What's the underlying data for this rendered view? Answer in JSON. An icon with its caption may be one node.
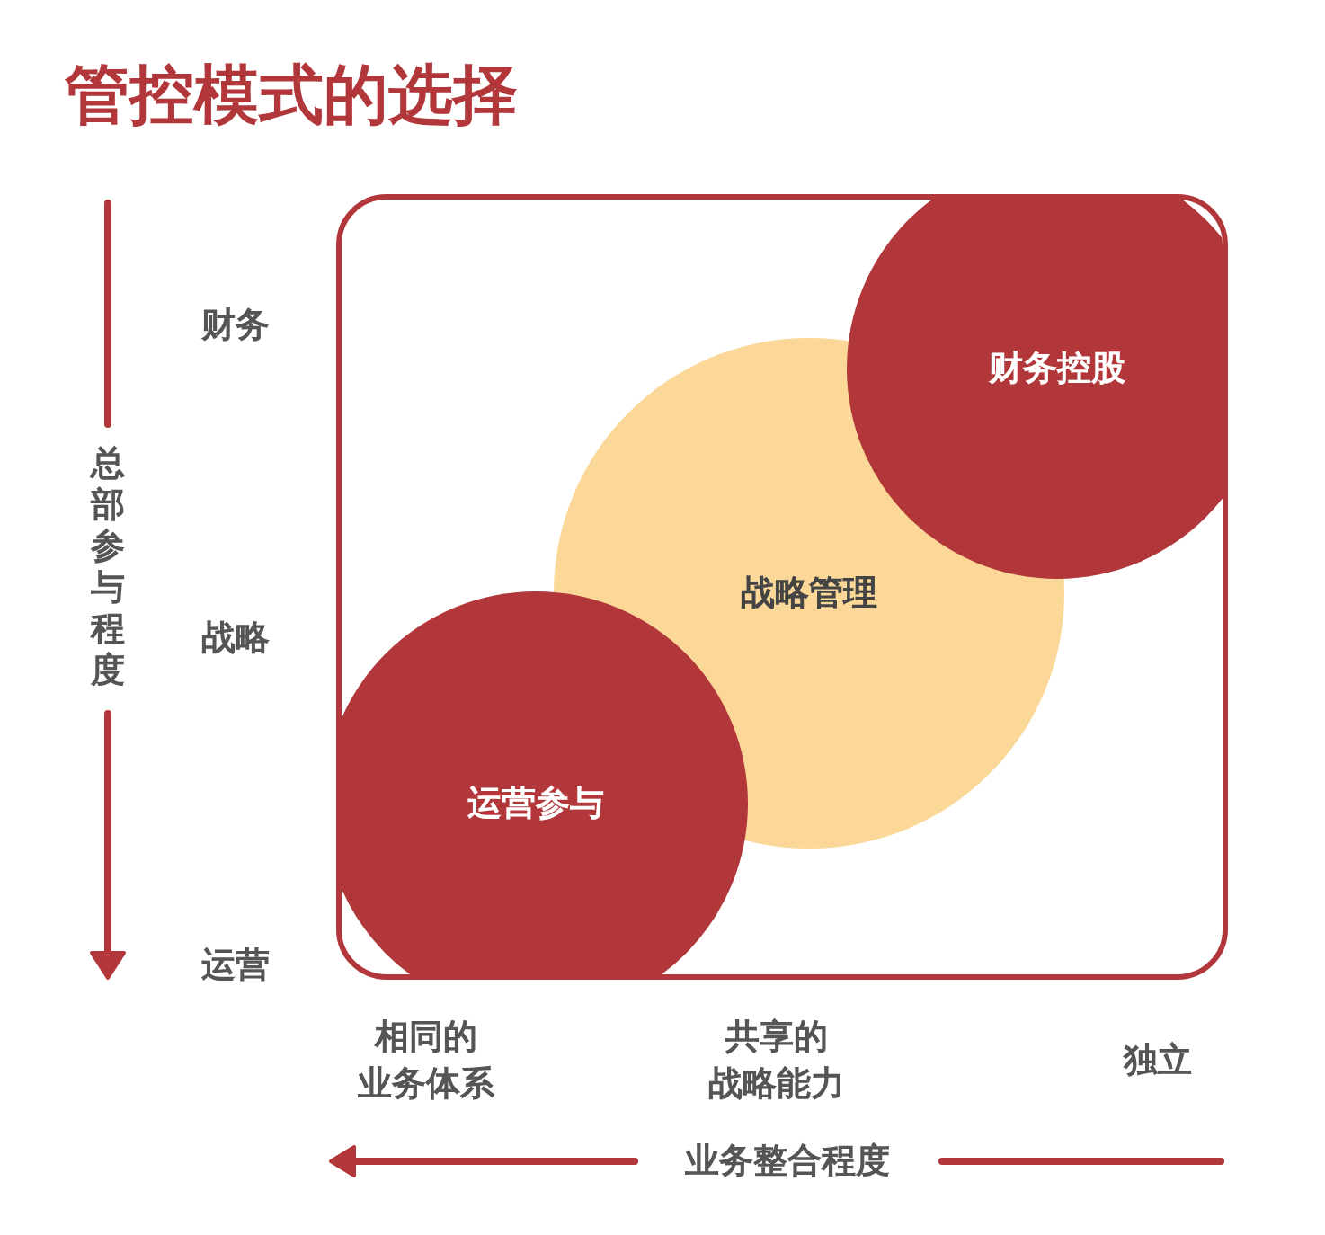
{
  "diagram": {
    "title": "管控模式的选择",
    "nodes": [
      {
        "text": [
          "财务控股"
        ]
      },
      {
        "text": [
          "战略管理"
        ]
      },
      {
        "text": [
          "运营参与"
        ]
      }
    ],
    "labels": [
      "总部参与程度",
      "财务",
      "战略",
      "运营",
      "相同的业务体系",
      "共享的战略能力",
      "独立",
      "业务整合程度"
    ]
  }
}
